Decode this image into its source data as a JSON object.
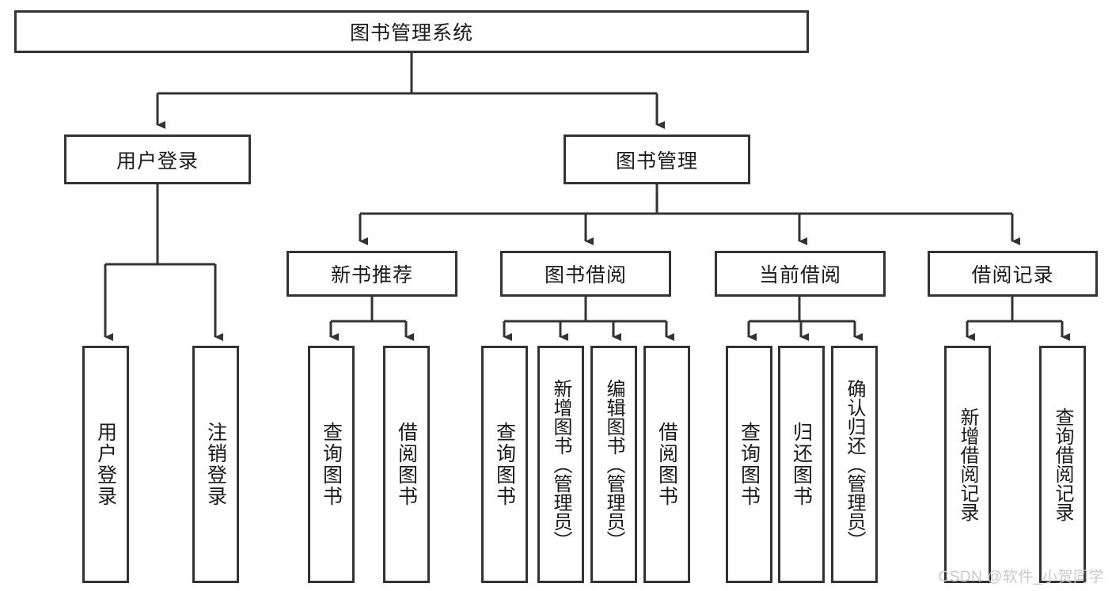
{
  "diagram": {
    "type": "tree-hierarchy",
    "title_node": {
      "label": "图书管理系统"
    },
    "level1": [
      {
        "id": "user-login",
        "label": "用户登录"
      },
      {
        "id": "book-management",
        "label": "图书管理"
      }
    ],
    "level2": [
      {
        "id": "new-book-recommend",
        "label": "新书推荐",
        "parent": "book-management"
      },
      {
        "id": "book-borrow",
        "label": "图书借阅",
        "parent": "book-management"
      },
      {
        "id": "current-borrow",
        "label": "当前借阅",
        "parent": "book-management"
      },
      {
        "id": "borrow-record",
        "label": "借阅记录",
        "parent": "book-management"
      }
    ],
    "leaves": [
      {
        "id": "leaf-user-login",
        "label": "用户登录",
        "parent": "user-login"
      },
      {
        "id": "leaf-logout-login",
        "label": "注销登录",
        "parent": "user-login"
      },
      {
        "id": "leaf-query-book-1",
        "label": "查询图书",
        "parent": "new-book-recommend"
      },
      {
        "id": "leaf-borrow-book-1",
        "label": "借阅图书",
        "parent": "new-book-recommend"
      },
      {
        "id": "leaf-query-book-2",
        "label": "查询图书",
        "parent": "book-borrow"
      },
      {
        "id": "leaf-add-book",
        "label": "新增图书（管理员）",
        "parent": "book-borrow"
      },
      {
        "id": "leaf-edit-book",
        "label": "编辑图书（管理员）",
        "parent": "book-borrow"
      },
      {
        "id": "leaf-borrow-book-2",
        "label": "借阅图书",
        "parent": "book-borrow"
      },
      {
        "id": "leaf-query-book-3",
        "label": "查询图书",
        "parent": "current-borrow"
      },
      {
        "id": "leaf-return-book",
        "label": "归还图书",
        "parent": "current-borrow"
      },
      {
        "id": "leaf-confirm-return",
        "label": "确认归还（管理员）",
        "parent": "current-borrow"
      },
      {
        "id": "leaf-add-record",
        "label": "新增借阅记录",
        "parent": "borrow-record"
      },
      {
        "id": "leaf-query-record",
        "label": "查询借阅记录",
        "parent": "borrow-record"
      }
    ],
    "colors": {
      "border": "#333333",
      "background": "#ffffff",
      "text": "#1a1a1a",
      "watermark": "#c9c9c9"
    }
  },
  "watermark": {
    "text": "CSDN @软件_小贺同学"
  }
}
